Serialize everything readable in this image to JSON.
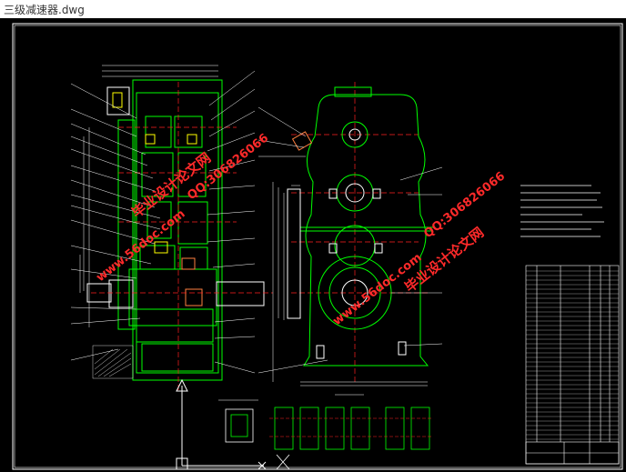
{
  "window": {
    "title": "三级减速器.dwg"
  },
  "colors": {
    "background": "#000000",
    "frame": "#ffffff",
    "part": "#00ff00",
    "centerline": "#ff2020",
    "text": "#ffffff",
    "watermark": "#ff2a2a",
    "dimension": "#ffffff"
  },
  "watermarks": [
    {
      "text": "毕业设计论文网"
    },
    {
      "text": "www.56doc.com"
    },
    {
      "text": "QQ:306826066"
    },
    {
      "text": "毕业设计论文网"
    },
    {
      "text": "www.56doc.com"
    },
    {
      "text": "QQ:306826066"
    }
  ],
  "icons": {
    "ucs": "ucs-axis-icon",
    "crosshair": "crosshair-icon"
  }
}
